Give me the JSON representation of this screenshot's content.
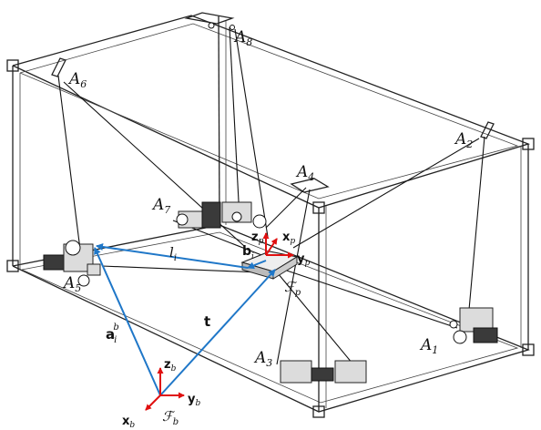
{
  "colors": {
    "vector": "#1f77c8",
    "axis": "#e01010",
    "frame": "#222222",
    "cable": "#111111"
  },
  "anchors": [
    "A",
    "A",
    "A",
    "A",
    "A",
    "A",
    "A",
    "A"
  ],
  "anchor_subs": [
    "1",
    "2",
    "3",
    "4",
    "5",
    "6",
    "7",
    "8"
  ],
  "vectors": {
    "t": "t",
    "a": "a",
    "a_sub": "i",
    "a_sup": "b",
    "l": "l",
    "l_sub": "i",
    "b": "b",
    "b_sub": "i"
  },
  "frames": {
    "base": {
      "symbol": "ℱ",
      "sub": "b",
      "x": "x",
      "y": "y",
      "z": "z",
      "axis_sub": "b"
    },
    "platform": {
      "symbol": "ℱ",
      "sub": "p",
      "x": "x",
      "y": "y",
      "z": "z",
      "axis_sub": "p"
    }
  }
}
